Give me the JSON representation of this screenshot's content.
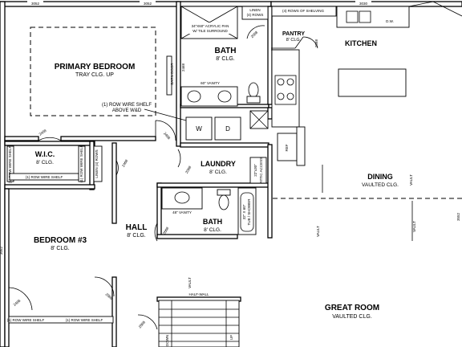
{
  "dimensions": {
    "top_left_a": "3052",
    "top_left_b": "3052",
    "top_kitchen": "3030",
    "side_left": "3052",
    "side_right": "3552"
  },
  "rooms": {
    "primary_bedroom": {
      "name": "PRIMARY BEDROOM",
      "ceiling": "TRAY CLG. UP"
    },
    "primary_bath": {
      "name": "BATH",
      "ceiling": "8' CLG."
    },
    "wic": {
      "name": "W.I.C.",
      "ceiling": "8' CLG."
    },
    "laundry": {
      "name": "LAUNDRY",
      "ceiling": "8' CLG."
    },
    "bedroom3": {
      "name": "BEDROOM #3",
      "ceiling": "8' CLG."
    },
    "hall": {
      "name": "HALL",
      "ceiling": "8' CLG."
    },
    "hall_bath": {
      "name": "BATH",
      "ceiling": "8' CLG."
    },
    "kitchen": {
      "name": "KITCHEN"
    },
    "pantry": {
      "name": "PANTRY",
      "ceiling": "8' CLG."
    },
    "dining": {
      "name": "DINING",
      "ceiling": "VAULTED CLG."
    },
    "great_room": {
      "name": "GREAT ROOM",
      "ceiling": "VAULTED CLG."
    }
  },
  "notes": {
    "shower": "34\"X60\" ACRYLIC PAN W/ TILE SURROUND",
    "linen_top": "LINEN (4) ROWS",
    "vanity_60": "60\" VANITY",
    "vanity_48": "48\" VANITY",
    "barn_door": "BARN DOOR",
    "wire_shelf_wd": "(1) ROW WIRE SHELF ABOVE W&D",
    "washer": "W",
    "dryer": "D",
    "pantry_shelving": "(4) ROWS OF SHELVING",
    "ref": "REF",
    "dw": "D.W.",
    "attic": "22\"x30\" ATTIC ACCESS",
    "tub": "32\" X 60\" TUB / SHOWER",
    "half_wall": "HALF-WALL",
    "shelf_wic_l": "(1) ROW WIRE SHELF",
    "shelf_wic_b": "(1) ROW WIRE SHELF",
    "shelf_wic_r": "(1) ROW WIRE SHELF",
    "linen_hall": "LINEN (4) ROWS",
    "shelf_bed3": "(1) ROW WIRE SHELF",
    "vault_1": "VAULT",
    "vault_2": "VAULT",
    "vault_3": "VAULT",
    "vault_4": "VAULT",
    "down": "DOWN",
    "up": "UP"
  },
  "door_labels": {
    "d2468_a": "2468",
    "d2468_b": "2468",
    "d2468_c": "2468",
    "d2468_d": "2468",
    "d2868": "2868",
    "d2068": "2068",
    "d2668": "2668",
    "d2868_hall": "2868",
    "d2068_hall": "2068",
    "d2868_b3": "2868",
    "d2468_b3": "2468",
    "d2068_lin": "2068"
  }
}
